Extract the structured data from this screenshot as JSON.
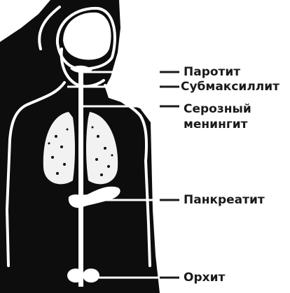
{
  "labels": {
    "parotitis": "Паротит",
    "submaxillitis": "Субмаксиллит",
    "meningitis_line1": "Серозный",
    "meningitis_line2": "менингит",
    "pancreatitis": "Панкреатит",
    "orchitis": "Орхит"
  },
  "colors": {
    "silhouette": "#0d0d0d",
    "outline": "#ffffff",
    "text": "#1a1a1a"
  }
}
